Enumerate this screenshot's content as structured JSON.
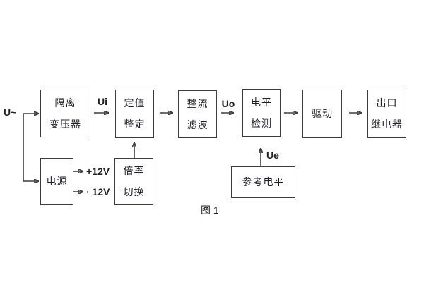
{
  "figure": {
    "caption": "图 1",
    "signal_labels": {
      "input": "U~",
      "ui": "Ui",
      "uo": "Uo",
      "ue": "Ue",
      "rail_positive": "+12V",
      "rail_negative": "· 12V"
    },
    "blocks": {
      "isolation_transformer": {
        "line1": "隔离",
        "line2": "变压器"
      },
      "setting_adjust": {
        "line1": "定值",
        "line2": "整定"
      },
      "rectifier_filter": {
        "line1": "整流",
        "line2": "滤波"
      },
      "level_detect": {
        "line1": "电平",
        "line2": "检测"
      },
      "drive": {
        "label": "驱动"
      },
      "output_relay": {
        "line1": "出口",
        "line2": "继电器"
      },
      "power_supply": {
        "label": "电源"
      },
      "ratio_switch": {
        "line1": "倍率",
        "line2": "切换"
      },
      "reference_level": {
        "label": "参考电平"
      }
    },
    "colors": {
      "line": "#3d3d3d",
      "text": "#1f1f28",
      "background": "#ffffff"
    }
  }
}
